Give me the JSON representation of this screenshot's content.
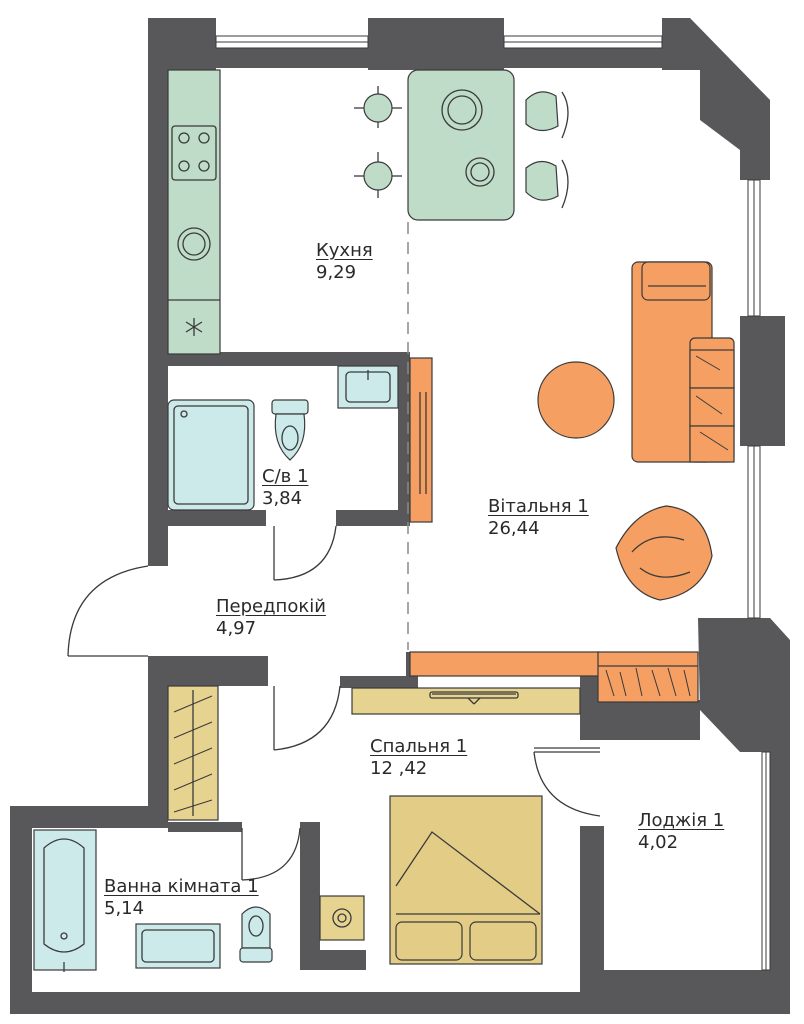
{
  "rooms": {
    "kitchen": {
      "name": "Кухня",
      "area": "9,29"
    },
    "wc": {
      "name": "С/в 1",
      "area": "3,84"
    },
    "hallway": {
      "name": "Передпокій",
      "area": "4,97"
    },
    "living": {
      "name": "Вітальня 1",
      "area": "26,44"
    },
    "bedroom": {
      "name": "Спальня 1",
      "area": "12 ,42"
    },
    "loggia": {
      "name": "Лоджія 1",
      "area": "4,02"
    },
    "bathroom": {
      "name": "Ванна кімната 1",
      "area": "5,14"
    }
  },
  "colors": {
    "wall": "#58585a",
    "kitchen_fixture": "#bfdcc8",
    "sanitary": "#cdeaea",
    "furniture_orange": "#f5a062",
    "furniture_orange_dark": "#e88a45",
    "wardrobe_tan": "#e6d390",
    "bed_tan": "#e3cd86",
    "line": "#3a3a3a"
  }
}
